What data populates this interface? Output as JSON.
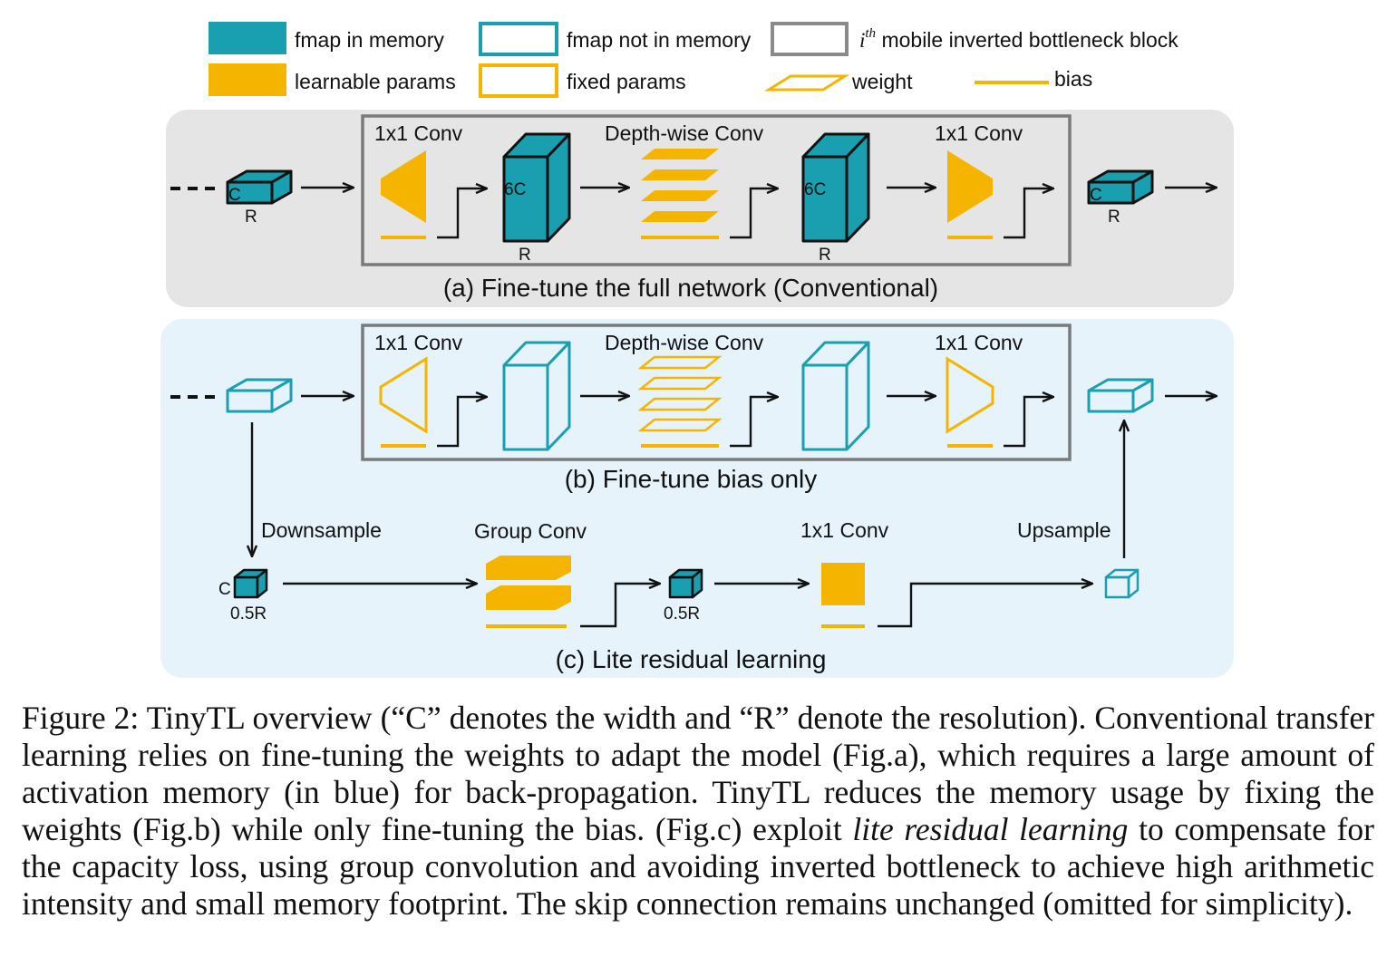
{
  "legend": {
    "fmap_in_memory": "fmap in memory",
    "fmap_not_in_memory": "fmap not in memory",
    "block_superscript": "th",
    "block_i": "i",
    "block_rest": " mobile inverted bottleneck block",
    "learnable_params": "learnable params",
    "fixed_params": "fixed params",
    "weight": "weight",
    "bias": "bias"
  },
  "colors": {
    "teal": "#1a9fb0",
    "orange": "#f5b400",
    "panel_gray": "#e5e5e5",
    "panel_blue": "#e6f3fb",
    "block_border": "#7a7a7a"
  },
  "panel_a": {
    "conv1": "1x1 Conv",
    "dw": "Depth-wise Conv",
    "conv2": "1x1 Conv",
    "in_c": "C",
    "in_r": "R",
    "mid1_c": "6C",
    "mid1_r": "R",
    "mid2_c": "6C",
    "mid2_r": "R",
    "out_c": "C",
    "out_r": "R",
    "caption": "(a) Fine-tune the full network (Conventional)"
  },
  "panel_b": {
    "conv1": "1x1 Conv",
    "dw": "Depth-wise Conv",
    "conv2": "1x1 Conv",
    "caption": "(b) Fine-tune bias only"
  },
  "panel_c": {
    "downsample": "Downsample",
    "group_conv": "Group Conv",
    "conv": "1x1 Conv",
    "upsample": "Upsample",
    "c_label": "C",
    "r1": "0.5R",
    "r2": "0.5R",
    "caption": "(c) Lite residual learning"
  },
  "figure_caption": {
    "part1": "Figure 2: TinyTL overview (“C” denotes the width and “R” denote the resolution). Conventional transfer learning relies on fine-tuning the weights to adapt the model (Fig.a), which requires a large amount of activation memory (in blue) for back-propagation. TinyTL reduces the memory usage by fixing the weights (Fig.b) while only fine-tuning the bias. (Fig.c) exploit ",
    "emph": "lite residual learning",
    "part2": " to compensate for the capacity loss, using group convolution and avoiding inverted bottleneck to achieve high arithmetic intensity and small memory footprint. The skip connection remains unchanged (omitted for simplicity)."
  }
}
